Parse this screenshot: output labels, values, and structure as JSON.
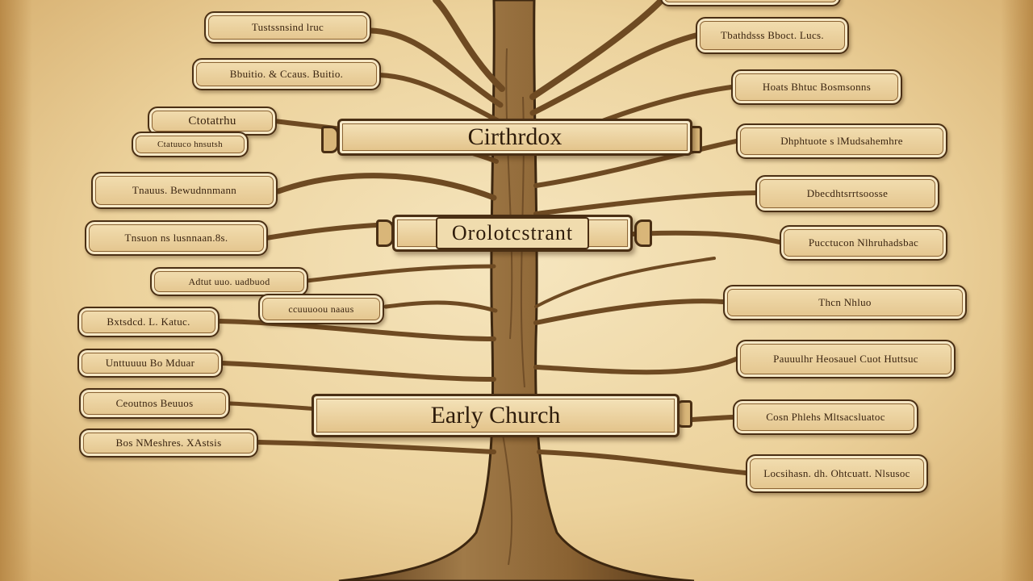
{
  "banners": {
    "top": "Cirthrdox",
    "middle": "Orolotcstrant",
    "bottom": "Early Church"
  },
  "left_labels": [
    "Tustssnsind lruc",
    "Bbuitio. & Ccaus. Buitio.",
    "Ctotatrhu",
    "Ctatuuco hnsutsh",
    "Tnauus. Bewudnnmann",
    "Tnsuon ns lusnnaan.8s.",
    "Adtut uuo. uadbuod",
    "ccuuuoou naaus",
    "Bxtsdcd. L. Katuc.",
    "Unttuuuu Bo Mduar",
    "Ceoutnos Beuuos",
    "Bos NMeshres. XAstsis"
  ],
  "right_labels": [
    "Tbathdsss Bboct. Lucs.",
    "Hoats Bhtuc Bosmsonns",
    "Dhphtuote s lMudsahemhre",
    "Dbecdhtsrrtsoosse",
    "Pucctucon Nlhruhadsbac",
    "Thcn Nhluo",
    "Pauuulhr Heosauel Cuot Huttsuc",
    "Cosn Phlehs Mltsacsluatoc",
    "Locsihasn. dh. Ohtcuatt. Nlsusoc"
  ]
}
